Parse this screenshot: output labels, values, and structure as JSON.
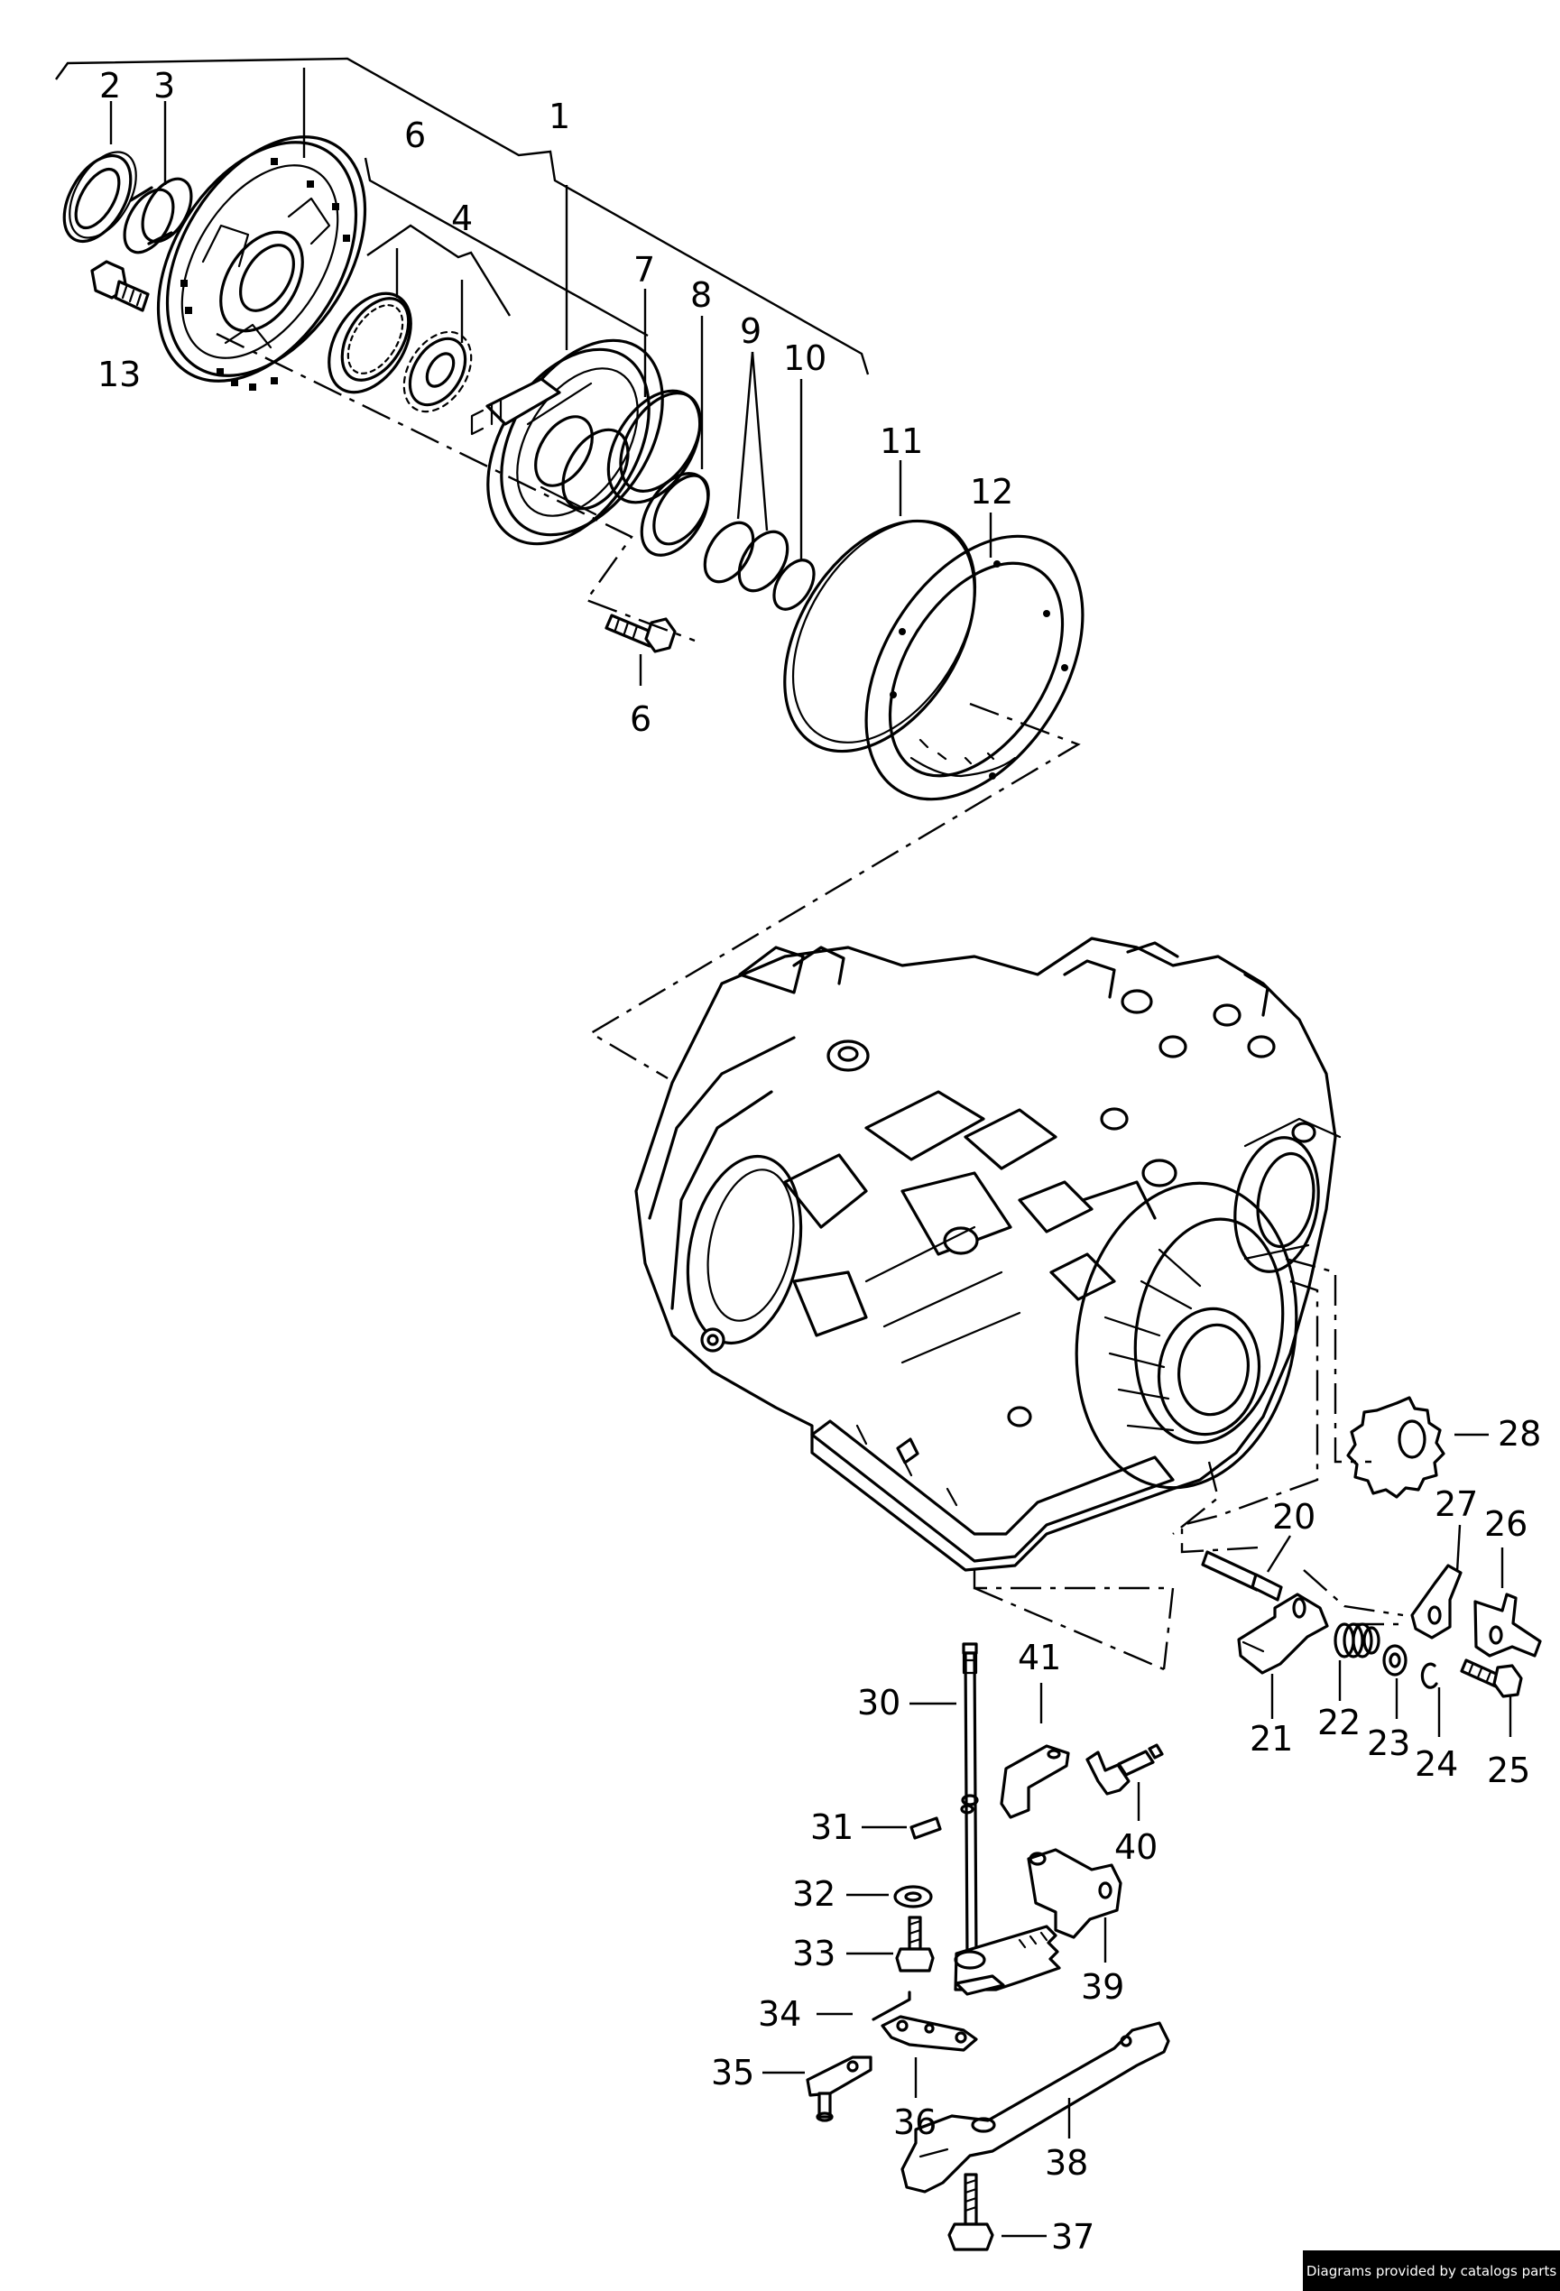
{
  "callouts": {
    "c1": "1",
    "c2": "2",
    "c3": "3",
    "c4": "4",
    "c6a": "6",
    "c6b": "6",
    "c7": "7",
    "c8": "8",
    "c9": "9",
    "c10": "10",
    "c11": "11",
    "c12": "12",
    "c13": "13",
    "c20": "20",
    "c21": "21",
    "c22": "22",
    "c23": "23",
    "c24": "24",
    "c25": "25",
    "c26": "26",
    "c27": "27",
    "c28": "28",
    "c30": "30",
    "c31": "31",
    "c32": "32",
    "c33": "33",
    "c34": "34",
    "c35": "35",
    "c36": "36",
    "c37": "37",
    "c38": "38",
    "c39": "39",
    "c40": "40",
    "c41": "41"
  },
  "footer": {
    "credit": "Diagrams provided by catalogs parts"
  },
  "colors": {
    "line": "#000000",
    "background": "#ffffff"
  }
}
